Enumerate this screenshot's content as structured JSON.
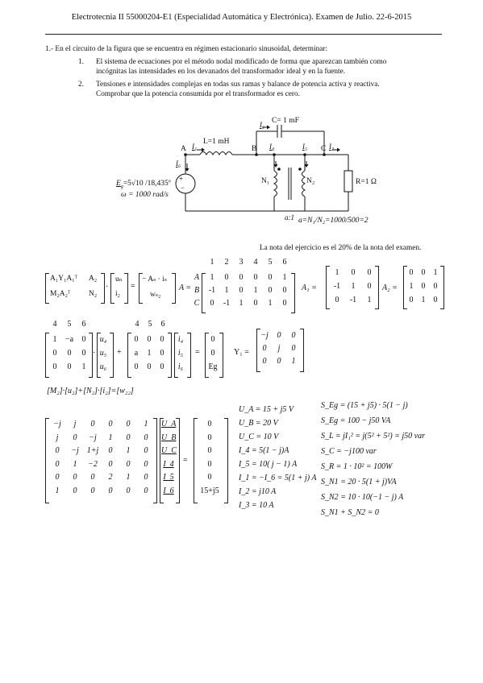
{
  "header": {
    "title": "Electrotecnia II 55000204-E1 (Especialidad Automática y Electrónica). Examen de Julio. 22-6-2015"
  },
  "problem": {
    "intro": "1.- En el circuito de la figura que se encuentra en régimen estacionario sinusoidal, determinar:",
    "items": [
      {
        "num": "1.",
        "line1": "El sistema de ecuaciones por el método nodal modificado de forma que aparezcan también como",
        "line2": "incógnitas las intensidades en los devanados del transformador ideal y en la fuente."
      },
      {
        "num": "2.",
        "line1": "Tensiones e intensidades complejas en todas sus ramas y balance de potencia activa y reactiva.",
        "line2": "Comprobar que la potencia consumida por el transformador es cero."
      }
    ],
    "note": "La nota del ejercicio es el 20% de la nota del examen."
  },
  "circuit": {
    "capacitor": "C= 1 mF",
    "inductor": "L=1 mH",
    "resistor": "R=1 Ω",
    "source_label": "E",
    "source_sub": "g",
    "source_value": "=5√10 /18,435º",
    "omega": "ω = 1000 rad/s",
    "ratio_bottom": "a:1",
    "ratio": "a=N₁/N₂=1000/500=2",
    "node_A": "A",
    "node_B": "B",
    "node_C": "C",
    "n1": "N₁",
    "n2": "N₂",
    "i1": "I₁",
    "i2": "I₂",
    "i3": "I₃",
    "i4": "I₄",
    "i5": "I₅",
    "ig": "I₆"
  },
  "incidence": {
    "col_headers": [
      "1",
      "2",
      "3",
      "4",
      "5",
      "6"
    ],
    "row_headers": [
      "A",
      "B",
      "C"
    ],
    "rows": [
      [
        "1",
        "0",
        "0",
        "0",
        "0",
        "1"
      ],
      [
        "-1",
        "1",
        "0",
        "1",
        "0",
        "0"
      ],
      [
        "0",
        "-1",
        "1",
        "0",
        "1",
        "0"
      ]
    ],
    "label": "A =",
    "A1_label": "A₁ =",
    "A1": [
      [
        "1",
        "0",
        "0"
      ],
      [
        "-1",
        "1",
        "0"
      ],
      [
        "0",
        "-1",
        "1"
      ]
    ],
    "A2_label": "A₂ =",
    "A2": [
      [
        "0",
        "0",
        "1"
      ],
      [
        "1",
        "0",
        "0"
      ],
      [
        "0",
        "1",
        "0"
      ]
    ]
  },
  "block_eq": {
    "lhs": [
      [
        "A₁Y₁A₁ᵀ",
        "A₂"
      ],
      [
        "M₂A₂ᵀ",
        "N₂"
      ]
    ],
    "unknowns": [
      "uₙ",
      "i₂"
    ],
    "rhs": [
      "− Aₛ · iₛ",
      "wₛ₂"
    ],
    "eq": "="
  },
  "transformer_eq": {
    "headers": [
      "4",
      "5",
      "6"
    ],
    "M": [
      [
        "1",
        "−a",
        "0"
      ],
      [
        "0",
        "0",
        "0"
      ],
      [
        "0",
        "0",
        "1"
      ]
    ],
    "u": [
      "u₄",
      "u₅",
      "u₆"
    ],
    "N": [
      [
        "0",
        "0",
        "0"
      ],
      [
        "a",
        "1",
        "0"
      ],
      [
        "0",
        "0",
        "0"
      ]
    ],
    "i": [
      "i₄",
      "i₅",
      "i₆"
    ],
    "rhs": [
      "0",
      "0",
      "Eg"
    ],
    "Y1_label": "Y₁ =",
    "Y1": [
      [
        "−j",
        "0",
        "0"
      ],
      [
        "0",
        "j",
        "0"
      ],
      [
        "0",
        "0",
        "1"
      ]
    ]
  },
  "compact_eq": "[M₂]·[u₂]+[N₂]·[i₂]=[w₂₂]",
  "system": {
    "matrix": [
      [
        "−j",
        "j",
        "0",
        "0",
        "0",
        "1"
      ],
      [
        "j",
        "0",
        "−j",
        "1",
        "0",
        "0"
      ],
      [
        "0",
        "−j",
        "1+j",
        "0",
        "1",
        "0"
      ],
      [
        "0",
        "1",
        "−2",
        "0",
        "0",
        "0"
      ],
      [
        "0",
        "0",
        "0",
        "2",
        "1",
        "0"
      ],
      [
        "1",
        "0",
        "0",
        "0",
        "0",
        "0"
      ]
    ],
    "unknowns": [
      "U_A",
      "U_B",
      "U_C",
      "I_4",
      "I_5",
      "I_6"
    ],
    "rhs": [
      "0",
      "0",
      "0",
      "0",
      "0",
      "15+j5"
    ]
  },
  "results": [
    "U_A = 15 + j5 V",
    "U_B = 20 V",
    "U_C = 10 V",
    "I_4 = 5(1 − j)A",
    "I_5 = 10( j − 1) A",
    "I_1 = −I_6 = 5(1 + j) A",
    "I_2 = j10 A",
    "I_3 = 10 A"
  ],
  "powers": [
    "S_Eg = (15 + j5) · 5(1 − j)",
    "S_Eg = 100 − j50 VA",
    "S_L = jI₁² = j(5² + 5²) = j50 var",
    "S_C = −j100 var",
    "S_R = 1 · 10² = 100W",
    "S_N1 = 20 · 5(1 + j)VA",
    "S_N2 = 10 · 10(−1 − j) A",
    "S_N1 + S_N2 = 0"
  ]
}
